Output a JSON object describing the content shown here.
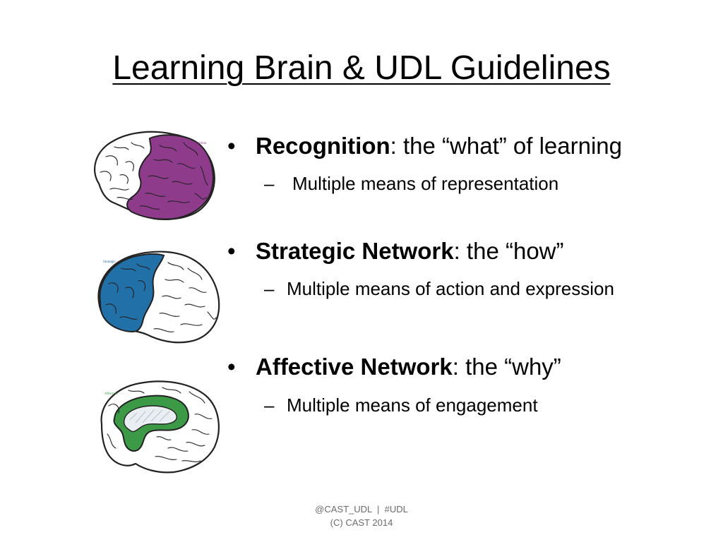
{
  "slide": {
    "title": "Learning Brain & UDL Guidelines"
  },
  "brains": [
    {
      "label": "Recognition",
      "icon": "brain-recognition-icon",
      "color": "#8e3b8c"
    },
    {
      "label": "Strategic",
      "icon": "brain-strategic-icon",
      "color": "#2270a8"
    },
    {
      "label": "Affective",
      "icon": "brain-affective-icon",
      "color": "#3c9a46"
    }
  ],
  "bullets": [
    {
      "bullet_char": "•",
      "term": "Recognition",
      "separator": ":",
      "description": " the “what” of learning",
      "sub_dash": "–",
      "sub": "Multiple means of representation"
    },
    {
      "bullet_char": "•",
      "term": "Strategic Network",
      "separator": ":",
      "description": " the “how”",
      "sub_dash": "–",
      "sub": "Multiple means of action and expression"
    },
    {
      "bullet_char": "•",
      "term": "Affective Network",
      "separator": ":",
      "description": " the “why”",
      "sub_dash": "–",
      "sub": "Multiple means of engagement"
    }
  ],
  "footer": {
    "line1": "@CAST_UDL  |  #UDL",
    "line2": "(C) CAST 2014"
  }
}
